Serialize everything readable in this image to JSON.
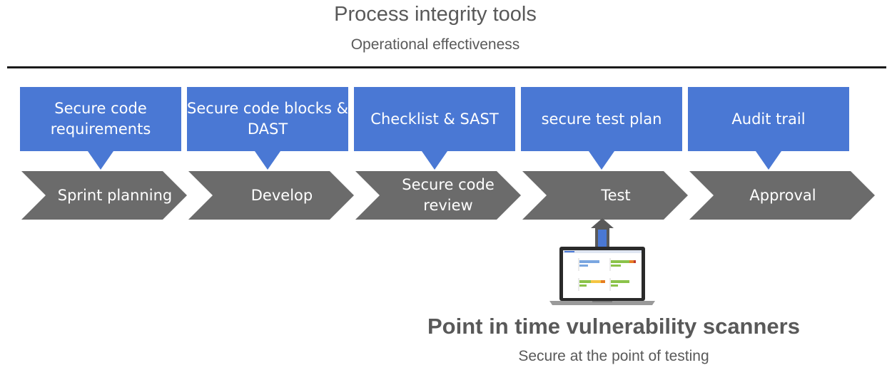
{
  "header": {
    "title": "Process integrity tools",
    "subtitle": "Operational effectiveness"
  },
  "tools": [
    {
      "label": "Secure code requirements"
    },
    {
      "label": "Secure code blocks & DAST"
    },
    {
      "label": "Checklist & SAST"
    },
    {
      "label": "secure test plan"
    },
    {
      "label": "Audit trail"
    }
  ],
  "stages": [
    {
      "label": "Sprint planning"
    },
    {
      "label": "Develop"
    },
    {
      "label": "Secure code review"
    },
    {
      "label": "Test"
    },
    {
      "label": "Approval"
    }
  ],
  "scanner": {
    "title": "Point in time vulnerability scanners",
    "subtitle": "Secure at the point of testing"
  },
  "colors": {
    "tool_box": "#4a78d4",
    "chevron": "#6b6b6b",
    "text_gray": "#595959"
  },
  "icons": {
    "laptop": "laptop-icon",
    "up_arrow": "up-arrow-icon"
  }
}
